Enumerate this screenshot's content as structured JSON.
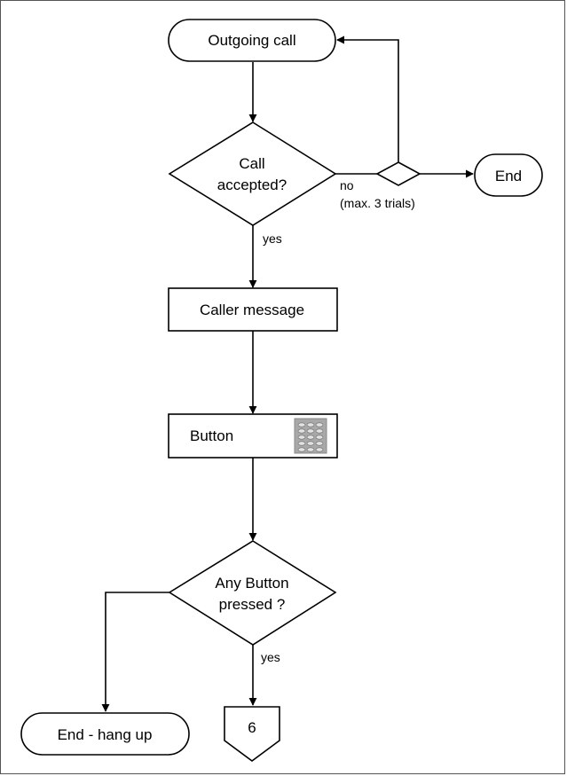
{
  "diagram": {
    "nodes": {
      "outgoing_call": "Outgoing call",
      "call_accepted_line1": "Call",
      "call_accepted_line2": "accepted?",
      "end": "End",
      "caller_message": "Caller message",
      "button": "Button",
      "any_button_line1": "Any Button",
      "any_button_line2": "pressed ?",
      "end_hang_up": "End - hang up",
      "connector": "6"
    },
    "edges": {
      "yes_1": "yes",
      "no_line1": "no",
      "no_line2": "(max. 3 trials)",
      "yes_2": "yes"
    },
    "icons": {
      "keypad": "keypad-icon"
    },
    "colors": {
      "stroke": "#000000",
      "frame": "#555555",
      "keypad_bg": "#a8a8a8",
      "keypad_key": "#e2e2e2"
    }
  }
}
